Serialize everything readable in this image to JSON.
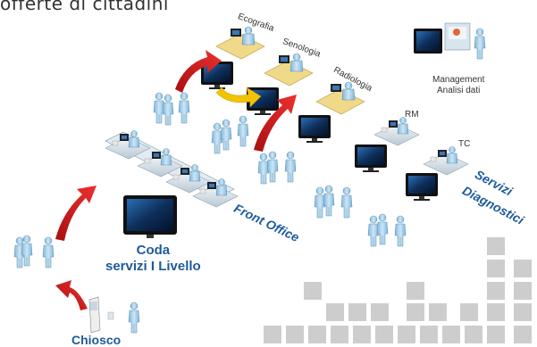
{
  "header_text": "offerte di cittadini",
  "labels": {
    "ecografia": "Ecografia",
    "senologia": "Senologia",
    "radiologia": "Radiologia",
    "rm": "RM",
    "tc": "TC",
    "front_office": "Front Office",
    "servizi": "Servizi",
    "diagnostici": "Diagnostici",
    "coda_line1": "Coda",
    "coda_line2": "servizi I Livello",
    "chiosco": "Chiosco",
    "management": "Management",
    "analisi": "Analisi dati"
  },
  "colors": {
    "brand_blue": "#1e5a9c",
    "arrow_red": "#d41f1f",
    "arrow_yellow": "#f2c300",
    "person_blue": "#9ecbe6",
    "floor_gray": "#cfcfcf"
  }
}
